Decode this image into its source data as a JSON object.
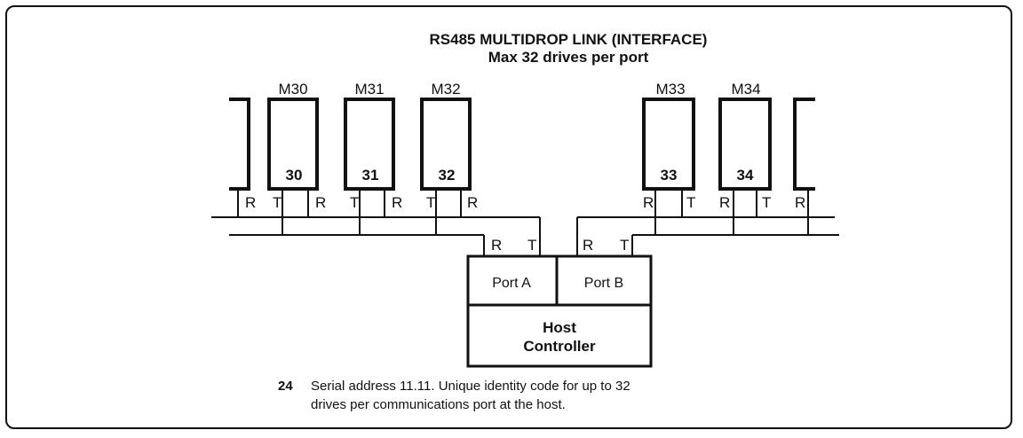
{
  "title": {
    "line1": "RS485 MULTIDROP LINK (INTERFACE)",
    "line2": "Max 32 drives per port"
  },
  "drives_left": [
    {
      "label": "M30",
      "number": "30"
    },
    {
      "label": "M31",
      "number": "31"
    },
    {
      "label": "M32",
      "number": "32"
    }
  ],
  "drives_right": [
    {
      "label": "M33",
      "number": "33"
    },
    {
      "label": "M34",
      "number": "34"
    }
  ],
  "pins": {
    "receive": "R",
    "transmit": "T"
  },
  "host": {
    "port_a": "Port A",
    "port_b": "Port B",
    "line1": "Host",
    "line2": "Controller"
  },
  "caption": {
    "number": "24",
    "line1": "Serial address 11.11.  Unique identity code for up to 32",
    "line2": "drives per communications port at the host."
  }
}
